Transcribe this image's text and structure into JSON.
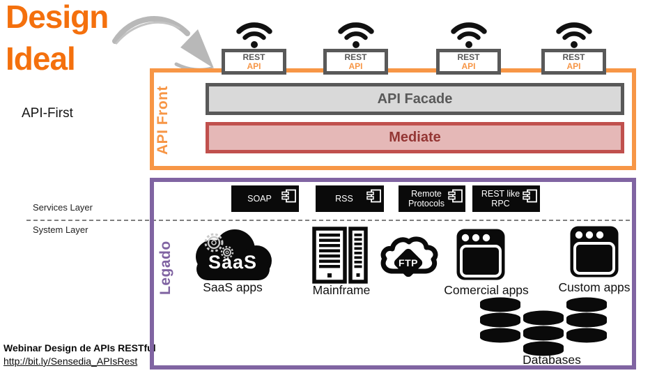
{
  "colors": {
    "orange_border": "#F79646",
    "title_orange": "#F4700D",
    "purple": "#8064A2",
    "dark_gray": "#595959",
    "facade_fill": "#D9D9D9",
    "mediate_border": "#C0504D",
    "mediate_fill": "#E5B8B7",
    "mediate_text": "#943634",
    "black": "#0A0A0A",
    "arrow_gray": "#B8B8B8"
  },
  "title": {
    "line1": "Design",
    "line2": "Ideal"
  },
  "subtitle": "API-First",
  "rest_endpoints": [
    {
      "top": "REST",
      "bottom": "API"
    },
    {
      "top": "REST",
      "bottom": "API"
    },
    {
      "top": "REST",
      "bottom": "API"
    },
    {
      "top": "REST",
      "bottom": "API"
    }
  ],
  "api_front": {
    "label": "API Front",
    "facade_label": "API Facade",
    "mediate_label": "Mediate"
  },
  "layers": {
    "services": "Services Layer",
    "system": "System Layer"
  },
  "legado": {
    "label": "Legado",
    "protocols": [
      {
        "label": "SOAP"
      },
      {
        "label": "RSS"
      },
      {
        "label": "Remote Protocols"
      },
      {
        "label": "REST like RPC"
      }
    ],
    "systems": {
      "saas": {
        "icon_text": "SaaS",
        "label": "SaaS apps"
      },
      "mainframe": {
        "label": "Mainframe"
      },
      "ftp": {
        "icon_text": "FTP"
      },
      "comercial": {
        "label": "Comercial apps"
      },
      "custom": {
        "label": "Custom apps"
      },
      "databases": {
        "label": "Databases"
      }
    }
  },
  "footer": {
    "title": "Webinar Design de APIs RESTful",
    "link": "http://bit.ly/Sensedia_APIsRest"
  }
}
